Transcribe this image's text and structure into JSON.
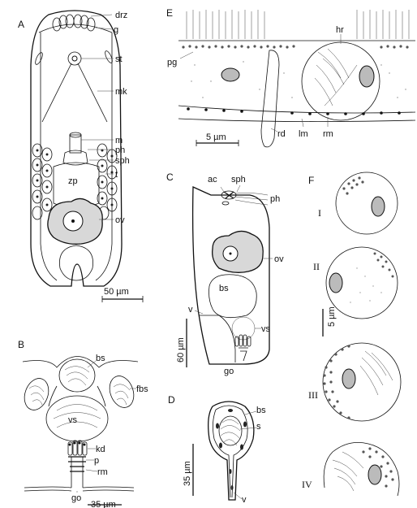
{
  "panels": {
    "A": {
      "letter": "A",
      "labels": {
        "drz": "drz",
        "g": "g",
        "st": "st",
        "mk": "mk",
        "m": "m",
        "ph": "ph",
        "sph": "sph",
        "t": "t",
        "zp": "zp",
        "ov": "ov"
      },
      "scale": "50 µm"
    },
    "B": {
      "letter": "B",
      "labels": {
        "bs": "bs",
        "fbs": "fbs",
        "vs": "vs",
        "kd": "kd",
        "p": "p",
        "rm": "rm",
        "go": "go"
      },
      "scale": "35 µm"
    },
    "C": {
      "letter": "C",
      "labels": {
        "ac": "ac",
        "sph": "sph",
        "ph": "ph",
        "ov": "ov",
        "bs": "bs",
        "v": "v",
        "vs": "vs",
        "go": "go"
      },
      "scale": "60 µm"
    },
    "D": {
      "letter": "D",
      "labels": {
        "bs": "bs",
        "s": "s",
        "v": "v"
      },
      "scale": "35 µm"
    },
    "E": {
      "letter": "E",
      "labels": {
        "hr": "hr",
        "pg": "pg",
        "rd": "rd",
        "lm": "lm",
        "rm": "rm"
      },
      "scale": "5 µm"
    },
    "F": {
      "letter": "F",
      "stages": [
        "I",
        "II",
        "III",
        "IV"
      ],
      "scale": "5 µm"
    }
  }
}
